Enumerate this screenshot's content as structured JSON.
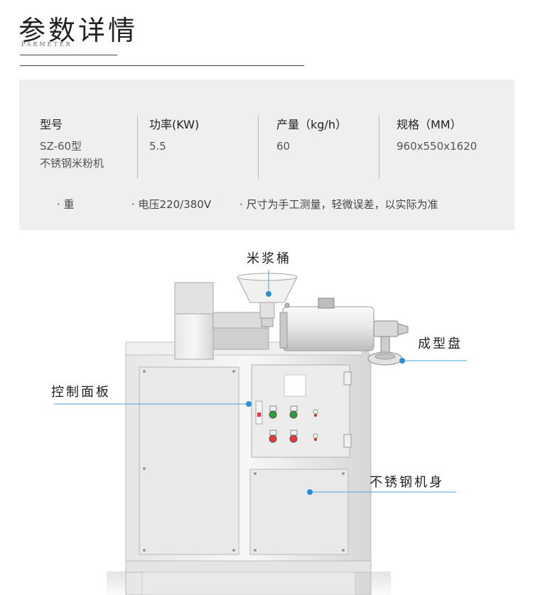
{
  "header": {
    "title": "参数详情",
    "subtitle": "PARMETER"
  },
  "specs": [
    {
      "label": "型号",
      "value_lines": [
        "SZ-60型",
        "不锈钢米粉机"
      ]
    },
    {
      "label": "功率(KW)",
      "value_lines": [
        "5.5"
      ]
    },
    {
      "label": "产量（kg/h）",
      "value_lines": [
        "60"
      ]
    },
    {
      "label": "规格（MM）",
      "value_lines": [
        "960x550x1620"
      ]
    }
  ],
  "notes": [
    "· 重",
    "· 电压220/380V",
    "· 尺寸为手工测量，轻微误差，以实际为准"
  ],
  "callouts": {
    "slurry_bucket": "米浆桶",
    "forming_disc": "成型盘",
    "control_panel": "控制面板",
    "stainless_body": "不锈钢机身"
  }
}
